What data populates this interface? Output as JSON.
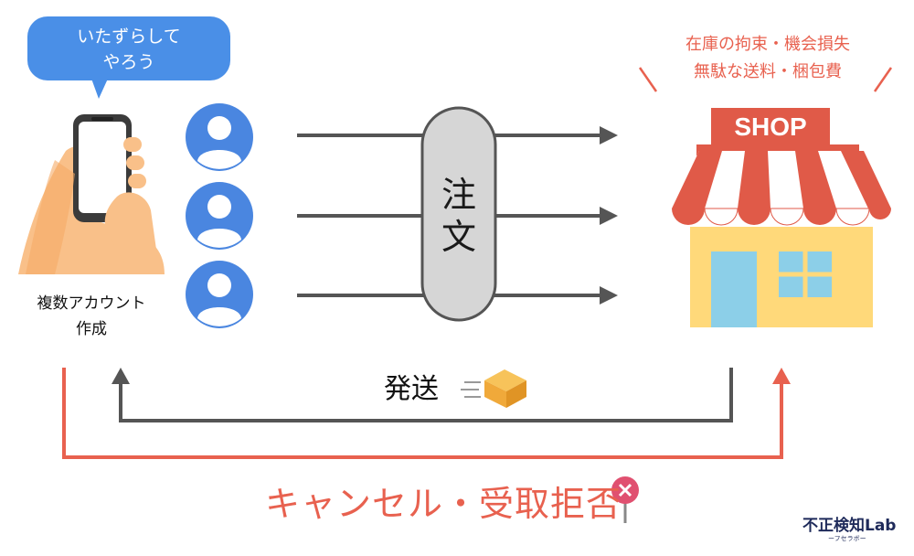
{
  "speech_bubble": {
    "line1": "いたずらして",
    "line2": "やろう"
  },
  "fraudster": {
    "line1": "複数アカウント",
    "line2": "作成"
  },
  "order_box": {
    "line1": "注",
    "line2": "文"
  },
  "shop": {
    "sign": "SHOP"
  },
  "warning": {
    "line1": "在庫の拘束・機会損失",
    "line2": "無駄な送料・梱包費"
  },
  "shipping": {
    "label": "発送"
  },
  "cancel": {
    "label": "キャンセル・受取拒否"
  },
  "logo": {
    "main": "不正検知Lab",
    "sub": "ーフセラボー"
  },
  "colors": {
    "accent_red": "#e8614f",
    "bubble_blue": "#4a8fe7",
    "arrow_gray": "#555555",
    "avatar_blue": "#4a86e0",
    "awning_red": "#e05a48",
    "shop_yellow": "#ffd97a"
  },
  "icons": [
    "phone-hand-icon",
    "user-avatar-icon",
    "shop-icon",
    "package-icon",
    "pin-icon"
  ]
}
